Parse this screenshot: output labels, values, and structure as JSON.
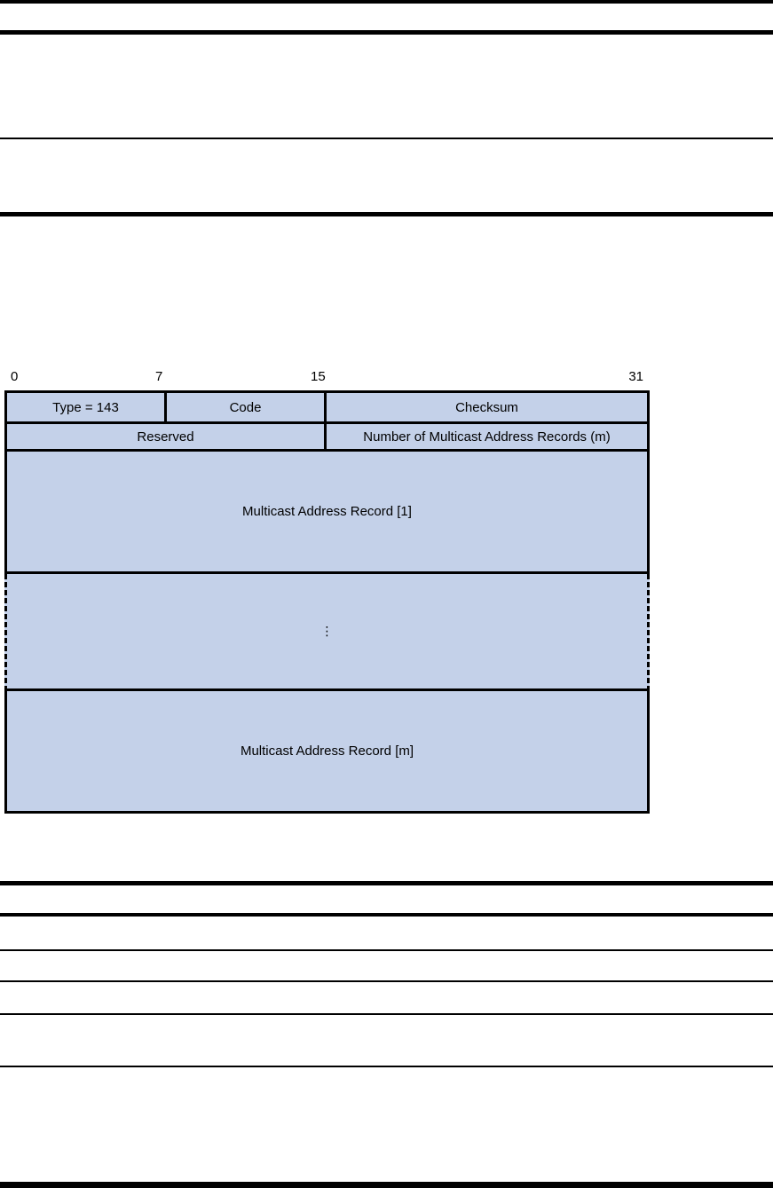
{
  "page": {
    "background_color": "#ffffff",
    "rule_color": "#000000"
  },
  "figure": {
    "type": "packet-format-diagram",
    "fill_color": "#c4d1e9",
    "border_color": "#000000",
    "bit_labels": [
      "0",
      "7",
      "15",
      "31"
    ],
    "rows": [
      {
        "cells": [
          "Type = 143",
          "Code",
          "Checksum"
        ]
      },
      {
        "cells": [
          "Reserved",
          "Number of Multicast Address Records (m)"
        ]
      },
      {
        "cells": [
          "Multicast Address Record [1]"
        ]
      },
      {
        "cells": [
          "⋮"
        ]
      },
      {
        "cells": [
          "Multicast Address Record [m]"
        ]
      }
    ]
  }
}
